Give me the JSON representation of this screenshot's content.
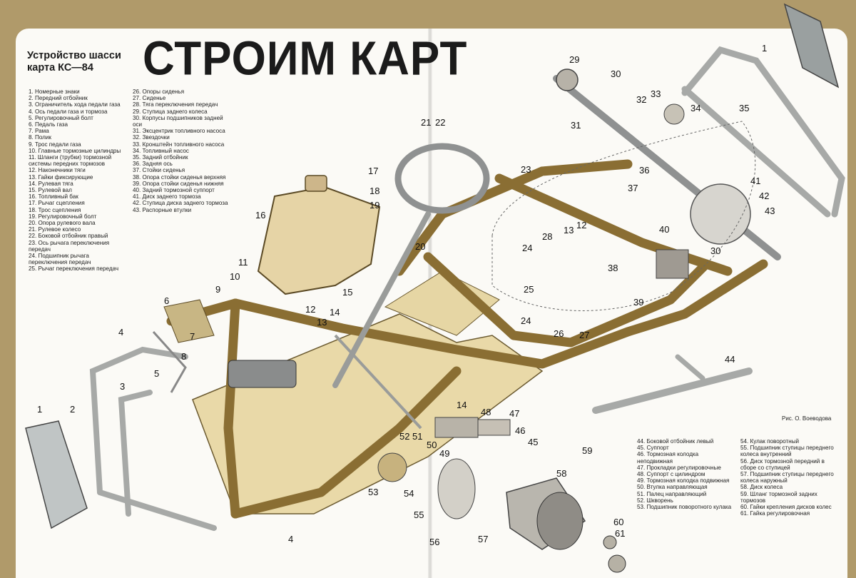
{
  "title": "СТРОИМ КАРТ",
  "subtitle": "Устройство шасси карта КС—84",
  "credit": "Рис. О. Воеводова",
  "legend_col1": [
    "1. Номерные знаки",
    "2. Передний отбойник",
    "3. Ограничитель хода педали газа",
    "4. Ось педали газа и тормоза",
    "5. Регулировочный болт",
    "6. Педаль газа",
    "7. Рама",
    "8. Полик",
    "9. Трос педали газа",
    "10. Главные тормозные цилиндры",
    "11. Шланги (трубки) тормозной системы передних тормозов",
    "12. Наконечники тяги",
    "13. Гайки фиксирующие",
    "14. Рулевая тяга",
    "15. Рулевой вал",
    "16. Топливный бак",
    "17. Рычаг сцепления",
    "18. Трос сцепления",
    "19. Регулировочный болт",
    "20. Опора рулевого вала",
    "21. Рулевое колесо",
    "22. Боковой отбойник правый",
    "23. Ось рычага переключения передач",
    "24. Подшипник рычага переключения передач",
    "25. Рычаг переключения передач"
  ],
  "legend_col2": [
    "26. Опоры сиденья",
    "27. Сиденье",
    "28. Тяга переключения передач",
    "29. Ступица заднего колеса",
    "30. Корпусы подшипников задней оси",
    "31. Эксцентрик топливного насоса",
    "32. Звездочки",
    "33. Кронштейн топливного насоса",
    "34. Топливный насос",
    "35. Задний отбойник",
    "36. Задняя ось",
    "37. Стойки сиденья",
    "38. Опора стойки сиденья верхняя",
    "39. Опора стойки сиденья нижняя",
    "40. Задний тормозной суппорт",
    "41. Диск заднего тормоза",
    "42. Ступица диска заднего тормоза",
    "43. Распорные втулки"
  ],
  "legend_col3": [
    "44. Боковой отбойник левый",
    "45. Суппорт",
    "46. Тормозная колодка неподвижная",
    "47. Прокладки регулировочные",
    "48. Суппорт с цилиндром",
    "49. Тормозная колодка подвижная",
    "50. Втулка направляющая",
    "51. Палец направляющий",
    "52. Шкворень",
    "53. Подшипник поворотного кулака"
  ],
  "legend_col4": [
    "54. Кулак поворотный",
    "55. Подшипник ступицы переднего колеса внутренний",
    "56. Диск тормозной передний в сборе со ступицей",
    "57. Подшипник ступицы переднего колеса наружный",
    "58. Диск колеса",
    "59. Шланг тормозной задних тормозов",
    "60. Гайки крепления дисков колес",
    "61. Гайка регулировочная"
  ],
  "callouts": [
    {
      "n": "1"
    },
    {
      "n": "29"
    },
    {
      "n": "30"
    },
    {
      "n": "32"
    },
    {
      "n": "33"
    },
    {
      "n": "34"
    },
    {
      "n": "35"
    },
    {
      "n": "31"
    },
    {
      "n": "21"
    },
    {
      "n": "22"
    },
    {
      "n": "36"
    },
    {
      "n": "17"
    },
    {
      "n": "23"
    },
    {
      "n": "41"
    },
    {
      "n": "18"
    },
    {
      "n": "37"
    },
    {
      "n": "42"
    },
    {
      "n": "19"
    },
    {
      "n": "43"
    },
    {
      "n": "16"
    },
    {
      "n": "13"
    },
    {
      "n": "12"
    },
    {
      "n": "28"
    },
    {
      "n": "40"
    },
    {
      "n": "20"
    },
    {
      "n": "24"
    },
    {
      "n": "30"
    },
    {
      "n": "11"
    },
    {
      "n": "38"
    },
    {
      "n": "10"
    },
    {
      "n": "25"
    },
    {
      "n": "9"
    },
    {
      "n": "15"
    },
    {
      "n": "39"
    },
    {
      "n": "6"
    },
    {
      "n": "12"
    },
    {
      "n": "14"
    },
    {
      "n": "13"
    },
    {
      "n": "24"
    },
    {
      "n": "4"
    },
    {
      "n": "26"
    },
    {
      "n": "27"
    },
    {
      "n": "7"
    },
    {
      "n": "8"
    },
    {
      "n": "44"
    },
    {
      "n": "5"
    },
    {
      "n": "3"
    },
    {
      "n": "14"
    },
    {
      "n": "48"
    },
    {
      "n": "47"
    },
    {
      "n": "1"
    },
    {
      "n": "2"
    },
    {
      "n": "46"
    },
    {
      "n": "52"
    },
    {
      "n": "51"
    },
    {
      "n": "50"
    },
    {
      "n": "45"
    },
    {
      "n": "49"
    },
    {
      "n": "59"
    },
    {
      "n": "58"
    },
    {
      "n": "53"
    },
    {
      "n": "54"
    },
    {
      "n": "55"
    },
    {
      "n": "60"
    },
    {
      "n": "4"
    },
    {
      "n": "57"
    },
    {
      "n": "56"
    },
    {
      "n": "61"
    }
  ]
}
